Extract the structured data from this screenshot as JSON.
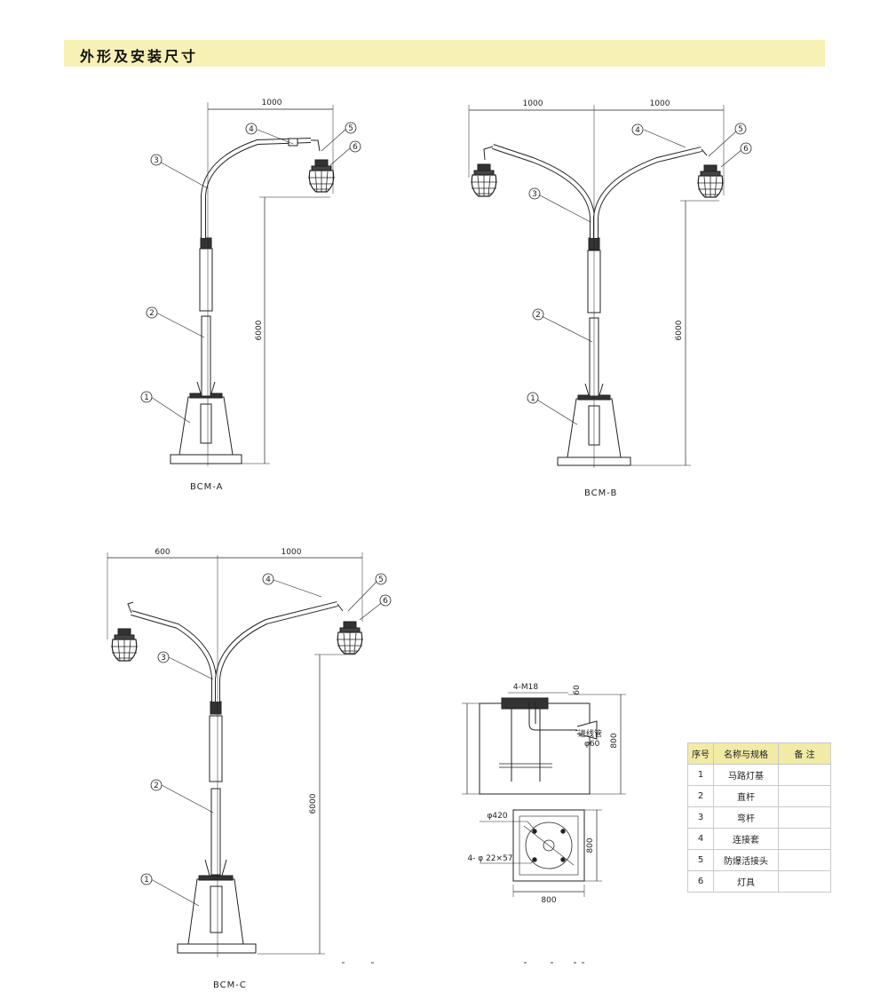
{
  "page_title": "外形及安装尺寸",
  "models": {
    "a": {
      "label": "BCM-A",
      "dim_arm": "1000",
      "dim_height": "6000"
    },
    "b": {
      "label": "BCM-B",
      "dim_left": "1000",
      "dim_right": "1000",
      "dim_height": "6000"
    },
    "c": {
      "label": "BCM-C",
      "dim_left": "600",
      "dim_right": "1000",
      "dim_height": "6000"
    }
  },
  "callouts": [
    "1",
    "2",
    "3",
    "4",
    "5",
    "6"
  ],
  "foundation": {
    "bolts": "4-M18",
    "top_gap": "60",
    "depth": "800",
    "conduit": "进线管",
    "conduit_dia": "φ60",
    "circle_dia": "φ420",
    "slots": "4- φ 22×57",
    "width": "800",
    "height": "800"
  },
  "parts_table": {
    "headers": [
      "序号",
      "名称与规格",
      "备 注"
    ],
    "rows": [
      [
        "1",
        "马路灯基",
        ""
      ],
      [
        "2",
        "直杆",
        ""
      ],
      [
        "3",
        "弯杆",
        ""
      ],
      [
        "4",
        "连接套",
        ""
      ],
      [
        "5",
        "防爆活接头",
        ""
      ],
      [
        "6",
        "灯具",
        ""
      ]
    ]
  }
}
